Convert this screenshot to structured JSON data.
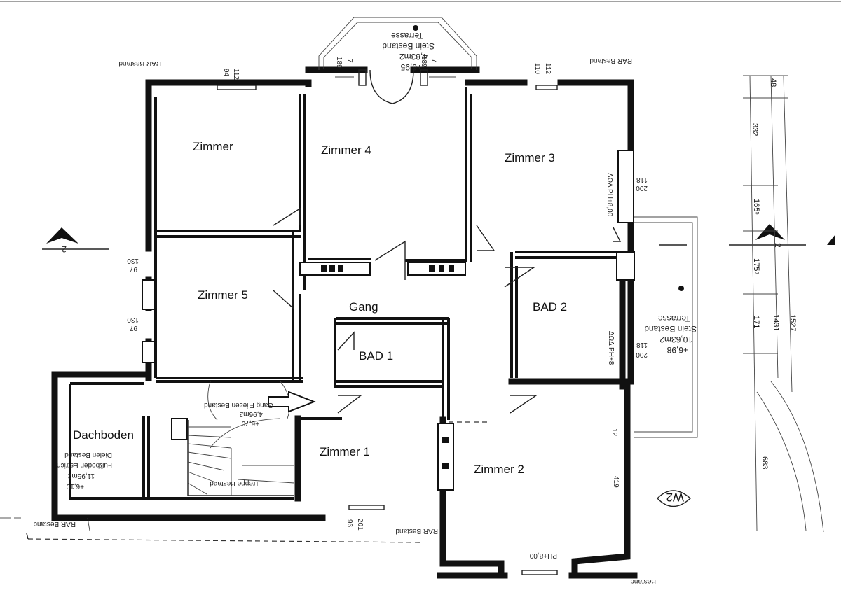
{
  "rooms": {
    "zimmer": "Zimmer",
    "zimmer4": "Zimmer  4",
    "zimmer3": "Zimmer 3",
    "zimmer5": "Zimmer 5",
    "gang": "Gang",
    "bad2": "BAD 2",
    "bad1": "BAD 1",
    "zimmer1": "Zimmer 1",
    "zimmer2": "Zimmer 2",
    "dachboden": "Dachboden"
  },
  "terrace_top": {
    "name": "Terrasse",
    "material": "Stein Bestand",
    "area": "4,83m2",
    "level": "+6,95"
  },
  "terrace_right": {
    "name": "Terrasse",
    "material": "Stein Bestand",
    "area": "10,63m2",
    "level": "+6,98"
  },
  "annotations": {
    "rar_top_left": "RAR Bestand",
    "rar_top_right": "RAR Bestand",
    "rar_bottom_center": "RAR Bestand",
    "rar_bottom_left": "RAR Bestand",
    "bestand_bottom_right": "Bestand",
    "ph_bottom": "PH+8,00",
    "ph_right_top": "ΔΩΔ PH+8,00",
    "ph_right_mid": "ΔΩΔ PH+8",
    "stairs_label": "Treppe Bestand",
    "gang_note": "Gang Fliesen Bestand",
    "gang_area": "4,96m2",
    "gang_level": "+6,70",
    "dach_area": "11,95m2",
    "dach_level": "+6,10",
    "dach_floor": "Fußboden Estrich",
    "dach_material": "Dielen Bestand",
    "w2": "W2",
    "section_mark": "2"
  },
  "dimensions": {
    "d_112_a": "112",
    "d_94": "94",
    "d_189_l": "189",
    "d_7_l": "7",
    "d_189_r": "189",
    "d_7_r": "7",
    "d_110": "110",
    "d_112_b": "112",
    "d_118_a": "118",
    "d_200_a": "200",
    "d_118_b": "118",
    "d_200_b": "200",
    "d_130_a": "130",
    "d_97_a": "97",
    "d_130_b": "130",
    "d_97_b": "97",
    "d_96": "96",
    "d_201": "201",
    "d_12": "12",
    "d_419": "419"
  },
  "dimension_chain": {
    "d_48": "48",
    "d_332": "332",
    "d_165": "165⁵",
    "d_175": "175⁵",
    "d_171": "171",
    "d_1431": "1431",
    "d_1527": "1527",
    "d_683": "683"
  }
}
